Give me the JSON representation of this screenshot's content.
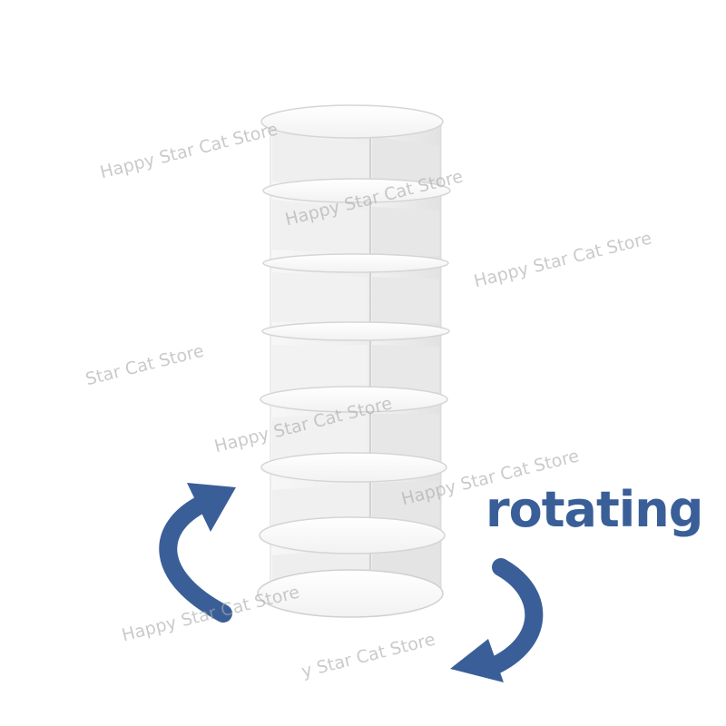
{
  "headline": "rotating",
  "accent_color": "#3a5f98",
  "watermarks": {
    "w1": "Happy Star Cat Store",
    "w2": "Happy Star Cat Store",
    "w3": "Happy Star Cat Store",
    "w4": "Star Cat Store",
    "w5": "Happy Star Cat Store",
    "w6": "Happy Star Cat Store",
    "w7": "Happy Star Cat Store",
    "w8": "y Star Cat Store"
  },
  "icons": {
    "top_left_arrow": "rotate-arrow-icon",
    "bottom_right_arrow": "rotate-arrow-icon"
  }
}
